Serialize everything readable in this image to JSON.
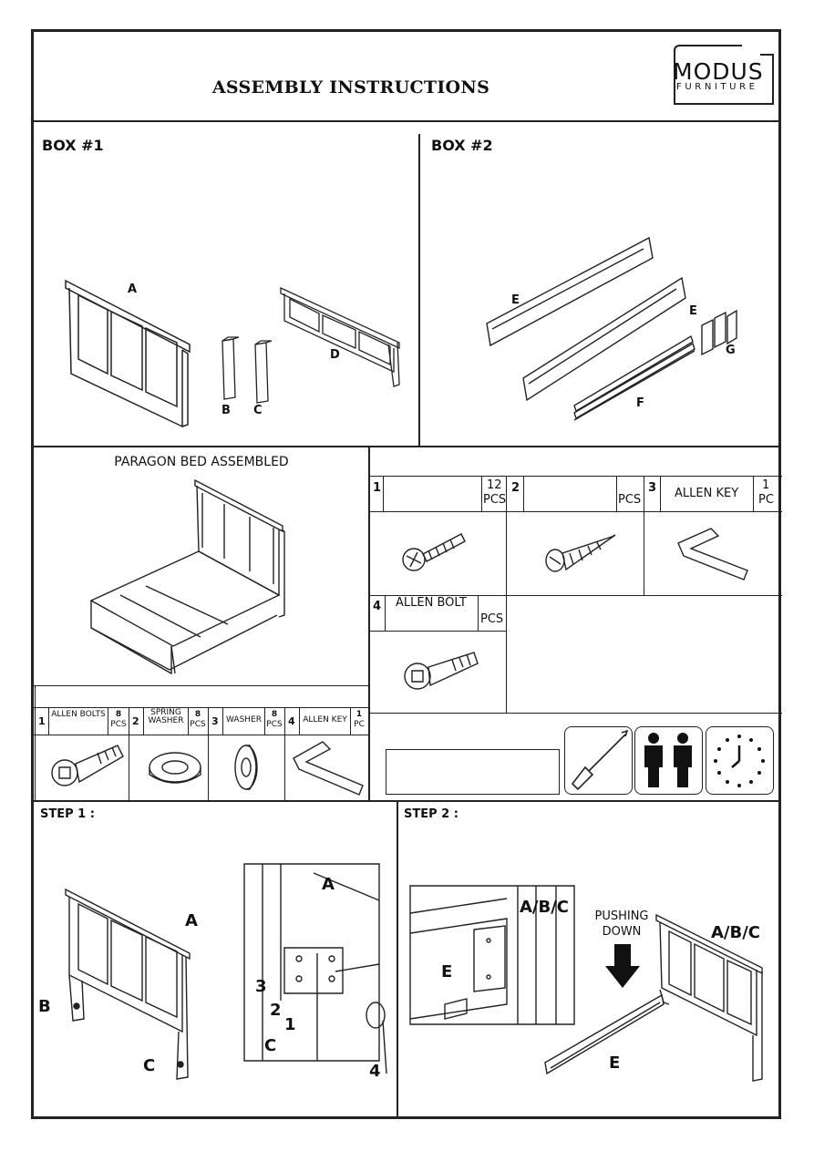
{
  "header": {
    "title": "ASSEMBLY INSTRUCTIONS",
    "logo_main": "MODUS",
    "logo_sub": "FURNITURE"
  },
  "box1": {
    "label": "BOX #1",
    "parts": [
      "A",
      "B",
      "C",
      "D"
    ]
  },
  "box2": {
    "label": "BOX #2",
    "parts": [
      "E",
      "E",
      "G",
      "F"
    ]
  },
  "assembled": {
    "label": "PARAGON BED ASSEMBLED"
  },
  "hardware_top": [
    {
      "no": "1",
      "name": "",
      "qty": "12",
      "unit": "PCS"
    },
    {
      "no": "2",
      "name": "",
      "qty": "",
      "unit": "PCS"
    },
    {
      "no": "3",
      "name": "ALLEN KEY",
      "qty": "1",
      "unit": "PC"
    },
    {
      "no": "4",
      "name": "ALLEN BOLT",
      "qty": "",
      "unit": "PCS"
    }
  ],
  "hardware_bottom": [
    {
      "no": "1",
      "name": "ALLEN BOLTS",
      "qty": "8",
      "unit": "PCS"
    },
    {
      "no": "2",
      "name1": "SPRING",
      "name2": "WASHER",
      "qty": "8",
      "unit": "PCS"
    },
    {
      "no": "3",
      "name": "WASHER",
      "qty": "8",
      "unit": "PCS"
    },
    {
      "no": "4",
      "name": "ALLEN KEY",
      "qty": "1",
      "unit": "PC"
    }
  ],
  "step1": {
    "label": "STEP 1 :",
    "callouts": [
      "A",
      "B",
      "C",
      "A",
      "3",
      "2",
      "1",
      "C",
      "4"
    ]
  },
  "step2": {
    "label": "STEP 2 :",
    "pushing": "PUSHING",
    "down": "DOWN",
    "callouts": [
      "A/B/C",
      "E",
      "A/B/C",
      "E"
    ]
  },
  "icons": [
    "screwdriver-icon",
    "two-people-icon",
    "clock-icon"
  ]
}
